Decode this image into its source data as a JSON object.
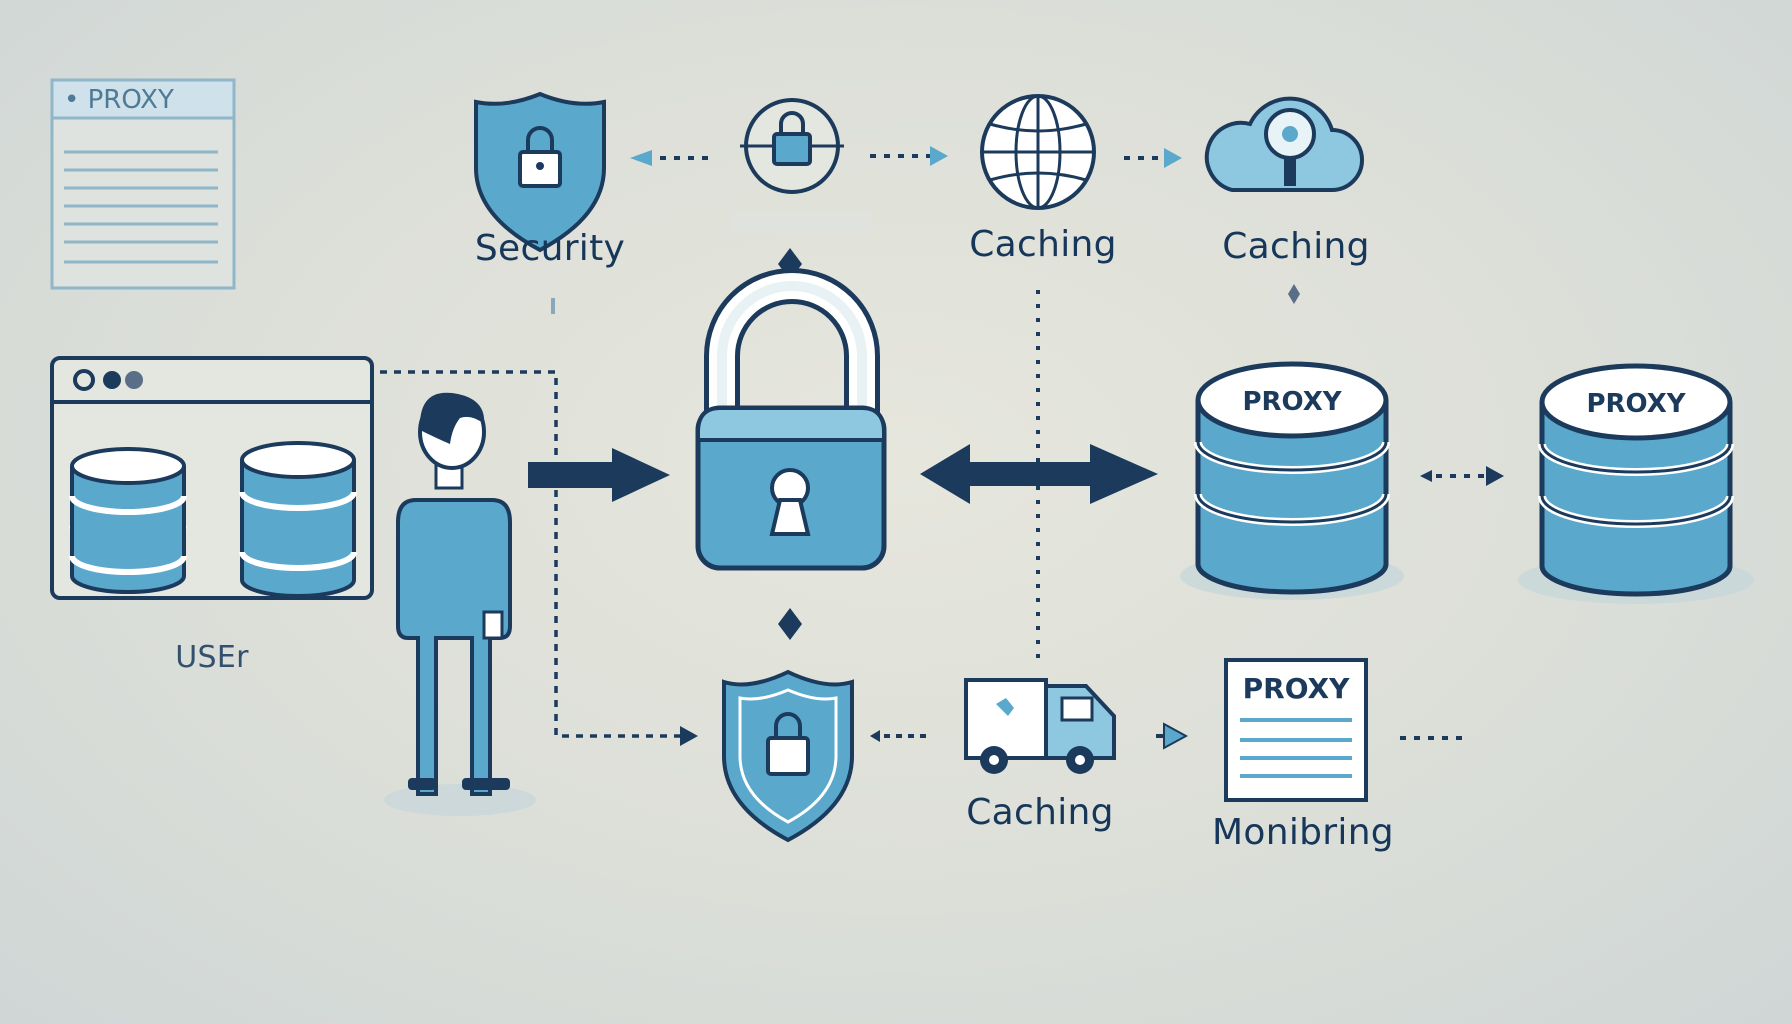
{
  "colors": {
    "navy": "#1b3a5c",
    "blue": "#5aa8cc",
    "light_blue": "#8ec7e0",
    "white": "#ffffff"
  },
  "labels": {
    "security": "Security",
    "caching_top": "Caching",
    "caching_top_right": "Caching",
    "user": "USEr",
    "caching_bottom": "Caching",
    "monitoring": "Monibring"
  },
  "doc_top_left": {
    "title": "• PROXY"
  },
  "proxy_server_left": {
    "label": "PROXY"
  },
  "proxy_server_right": {
    "label": "PROXY"
  },
  "doc_bottom": {
    "title": "PROXY"
  },
  "icons": [
    "document-icon",
    "browser-window-icon",
    "database-icon",
    "user-icon",
    "shield-lock-icon",
    "lock-icon",
    "globe-icon",
    "cloud-key-icon",
    "padlock-icon",
    "server-stack-icon",
    "delivery-truck-icon",
    "report-icon"
  ]
}
